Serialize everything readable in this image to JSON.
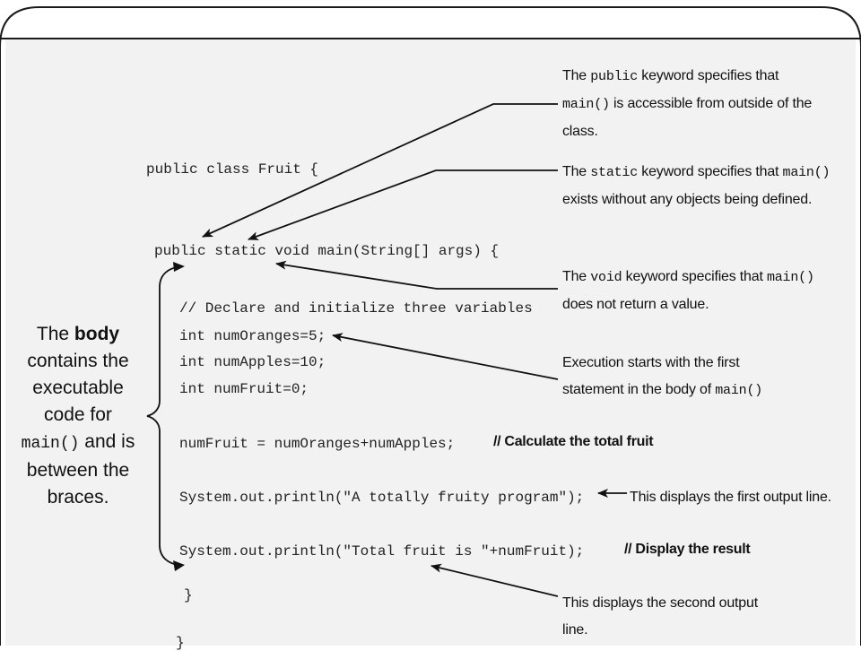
{
  "code": {
    "class_decl": "public class Fruit {",
    "main_decl": "public static void main(String[] args) {",
    "comment": "// Declare and initialize three variables",
    "var_oranges": "int numOranges=5;",
    "var_apples": "int numApples=10;",
    "var_fruit": "int numFruit=0;",
    "calc": "numFruit = numOranges+numApples;",
    "print1": "System.out.println(\"A totally fruity program\");",
    "print2": "System.out.println(\"Total fruit is \"+numFruit);",
    "close_main": "}",
    "close_class": "}"
  },
  "annotations": {
    "public": {
      "l1_a": "The ",
      "l1_kw": "public",
      "l1_b": " keyword specifies that",
      "l2_kw": "main()",
      "l2_b": " is accessible from outside of the",
      "l3": "class."
    },
    "static": {
      "l1_a": "The ",
      "l1_kw": "static",
      "l1_b": " keyword specifies that ",
      "l1_kw2": "main()",
      "l2": "exists without any objects being defined."
    },
    "void": {
      "l1_a": "The ",
      "l1_kw": "void",
      "l1_b": " keyword specifies that ",
      "l1_kw2": "main()",
      "l2": "does not return a value."
    },
    "execution": {
      "l1": "Execution starts with the first",
      "l2_a": "statement in the body of ",
      "l2_kw": "main()"
    },
    "calc_comment": "// Calculate the total fruit",
    "first_output": "This displays the first output line.",
    "display_comment": "// Display the result",
    "second_output": {
      "l1": "This displays the second output",
      "l2": "line."
    }
  },
  "body_label": {
    "l1_a": "The ",
    "l1_bold": "body",
    "l2": "contains the",
    "l3": "executable",
    "l4": "code for",
    "l5_kw": "main()",
    "l5_b": " and is",
    "l6": "between the",
    "l7": "braces."
  },
  "colors": {
    "panel": "#f2f2f2",
    "frame": "#1a1a1a",
    "text": "#111111"
  }
}
